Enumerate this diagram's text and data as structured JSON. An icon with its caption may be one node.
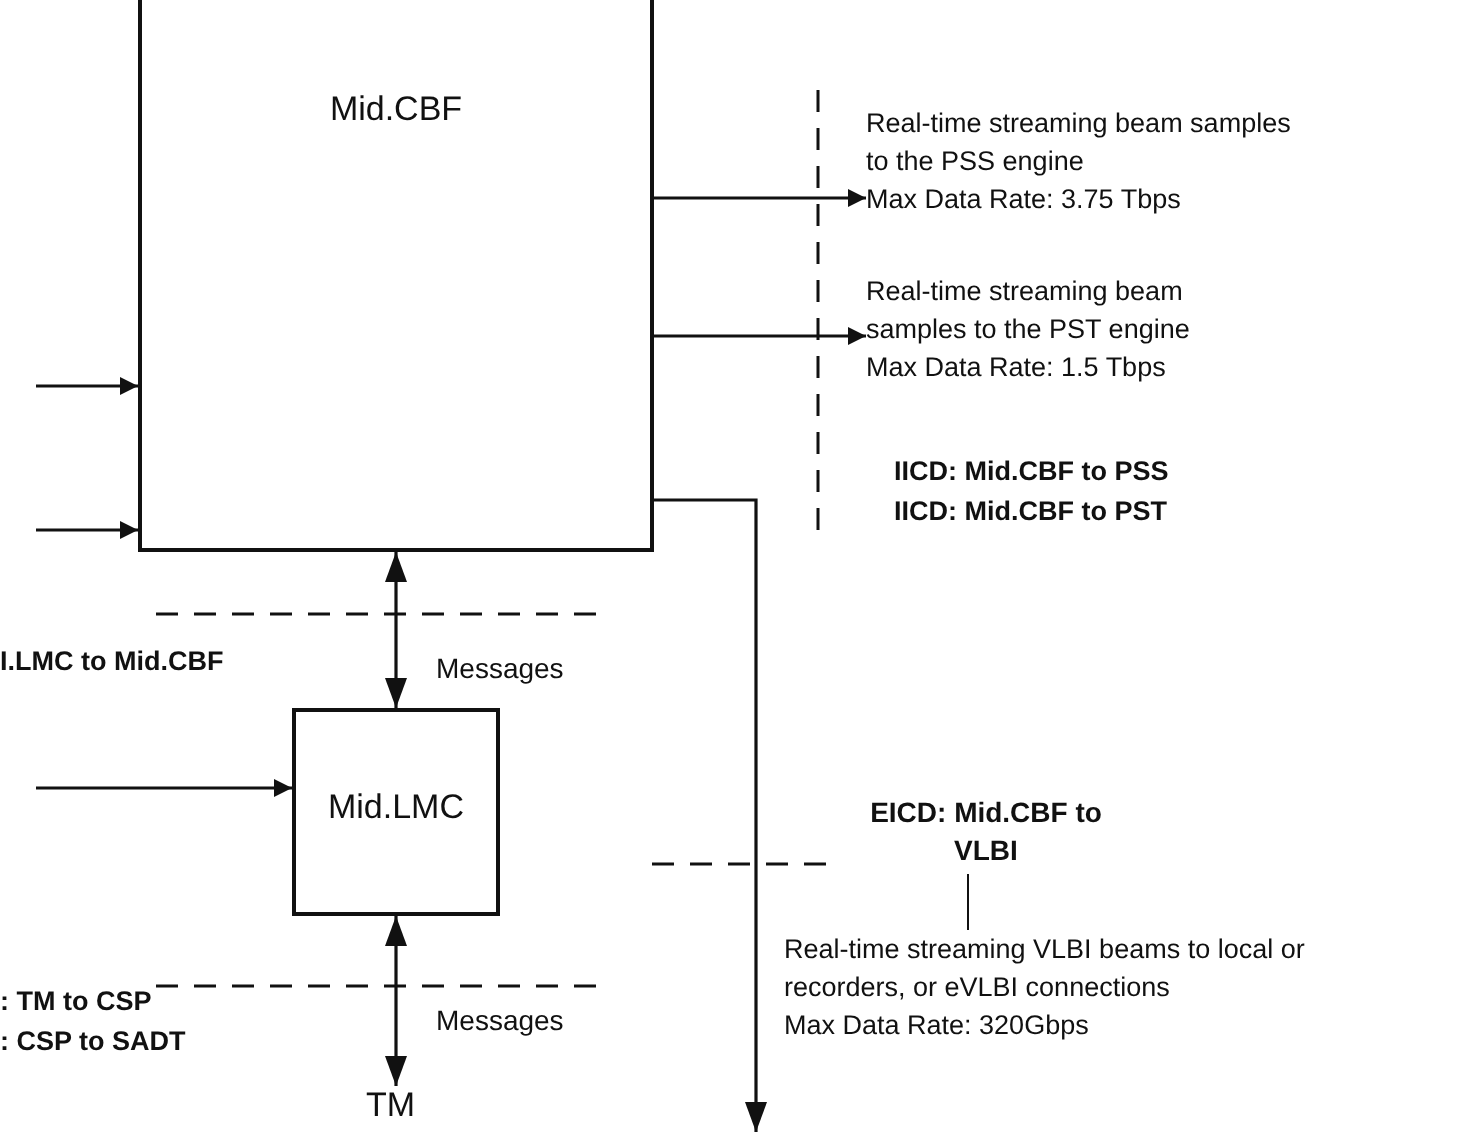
{
  "diagram": {
    "nodes": [
      {
        "text": [
          "Mid.CBF"
        ]
      },
      {
        "text": [
          "Mid.LMC"
        ]
      },
      {
        "text": [
          "TM"
        ]
      },
      {
        "text": [
          "Real-time streaming beam samples to the PSS engine",
          "Max Data Rate: 3.75 Tbps"
        ]
      },
      {
        "text": [
          "Real-time streaming beam samples to the PST engine",
          "Max Data Rate: 1.5 Tbps"
        ]
      },
      {
        "text": [
          "EICD: Mid.CBF to VLBI"
        ]
      },
      {
        "text": [
          "Real-time streaming VLBI beams to local or recorders, or eVLBI connections",
          "Max Data Rate: 320Gbps"
        ]
      }
    ],
    "edges": [
      {
        "from": null,
        "to": 0,
        "arrow": "to"
      },
      {
        "from": null,
        "to": 0,
        "arrow": "to"
      },
      {
        "from": null,
        "to": 1,
        "arrow": "to"
      },
      {
        "from": 0,
        "to": 3,
        "arrow": "to"
      },
      {
        "from": 0,
        "to": 4,
        "arrow": "to"
      },
      {
        "from": 0,
        "to": null,
        "arrow": "to"
      },
      {
        "from": 1,
        "to": 0,
        "arrow": "both",
        "label": "Messages"
      },
      {
        "from": 1,
        "to": 2,
        "arrow": "both",
        "label": "Messages"
      },
      {
        "from": 5,
        "to": 6,
        "arrow": "none"
      }
    ],
    "labels": [
      "IICD: Mid.CBF to PSS",
      "IICD: Mid.CBF to PST",
      "I.LMC to Mid.CBF",
      ": TM to CSP",
      ": CSP to SADT"
    ]
  }
}
